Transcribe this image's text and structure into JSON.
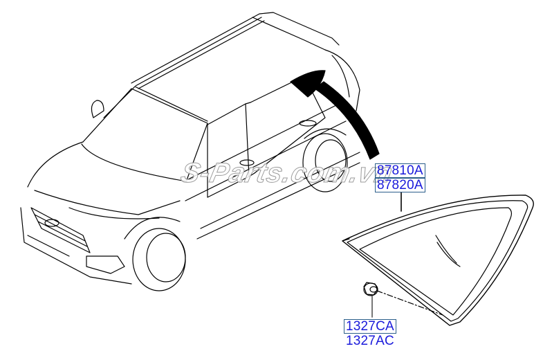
{
  "diagram": {
    "subject": "SUV quarter glass assembly",
    "parts": [
      {
        "code": "87810A",
        "boxed": true,
        "target": "quarter-glass"
      },
      {
        "code": "87820A",
        "boxed": true,
        "target": "quarter-glass"
      },
      {
        "code": "1327CA",
        "boxed": true,
        "target": "grommet"
      },
      {
        "code": "1327AC",
        "boxed": false,
        "target": "grommet"
      }
    ],
    "watermark": "S-Parts.com.vn",
    "colors": {
      "line": "#000000",
      "label_text": "#1a1adb",
      "label_border": "#2a5d8a",
      "background": "#ffffff"
    }
  }
}
